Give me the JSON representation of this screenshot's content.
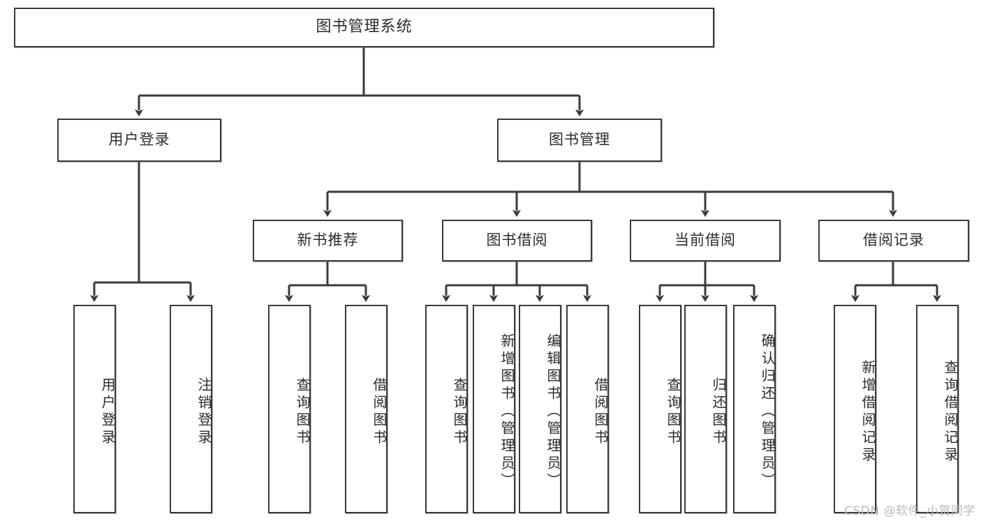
{
  "diagram": {
    "title": "图书管理系统",
    "type": "tree",
    "colors": {
      "box_border": "#3a3a3a",
      "box_fill": "#ffffff",
      "connector": "#3a3a3a",
      "text": "#2b2b2b",
      "watermark": "#b9b9b9"
    },
    "root": {
      "label": "图书管理系统"
    },
    "level2": [
      {
        "id": "user-login",
        "label": "用户登录"
      },
      {
        "id": "book-manage",
        "label": "图书管理"
      }
    ],
    "level3": [
      {
        "id": "new-book-recommend",
        "label": "新书推荐"
      },
      {
        "id": "book-borrow",
        "label": "图书借阅"
      },
      {
        "id": "current-borrow",
        "label": "当前借阅"
      },
      {
        "id": "borrow-record",
        "label": "借阅记录"
      }
    ],
    "leaves": [
      {
        "id": "leaf-user-login",
        "label": "用户登录",
        "parent": "user-login"
      },
      {
        "id": "leaf-logout-login",
        "label": "注销登录",
        "parent": "user-login"
      },
      {
        "id": "leaf-query-book-1",
        "label": "查询图书",
        "parent": "new-book-recommend"
      },
      {
        "id": "leaf-borrow-book-1",
        "label": "借阅图书",
        "parent": "new-book-recommend"
      },
      {
        "id": "leaf-query-book-2",
        "label": "查询图书",
        "parent": "book-borrow"
      },
      {
        "id": "leaf-add-book",
        "label": "新增图书（管理员）",
        "parent": "book-borrow"
      },
      {
        "id": "leaf-edit-book",
        "label": "编辑图书（管理员）",
        "parent": "book-borrow"
      },
      {
        "id": "leaf-borrow-book-2",
        "label": "借阅图书",
        "parent": "book-borrow"
      },
      {
        "id": "leaf-query-book-3",
        "label": "查询图书",
        "parent": "current-borrow"
      },
      {
        "id": "leaf-return-book",
        "label": "归还图书",
        "parent": "current-borrow"
      },
      {
        "id": "leaf-confirm-return",
        "label": "确认归还（管理员）",
        "parent": "current-borrow"
      },
      {
        "id": "leaf-add-record",
        "label": "新增借阅记录",
        "parent": "borrow-record"
      },
      {
        "id": "leaf-query-record",
        "label": "查询借阅记录",
        "parent": "borrow-record"
      }
    ],
    "watermark": "CSDN @软件_小贺同学"
  }
}
